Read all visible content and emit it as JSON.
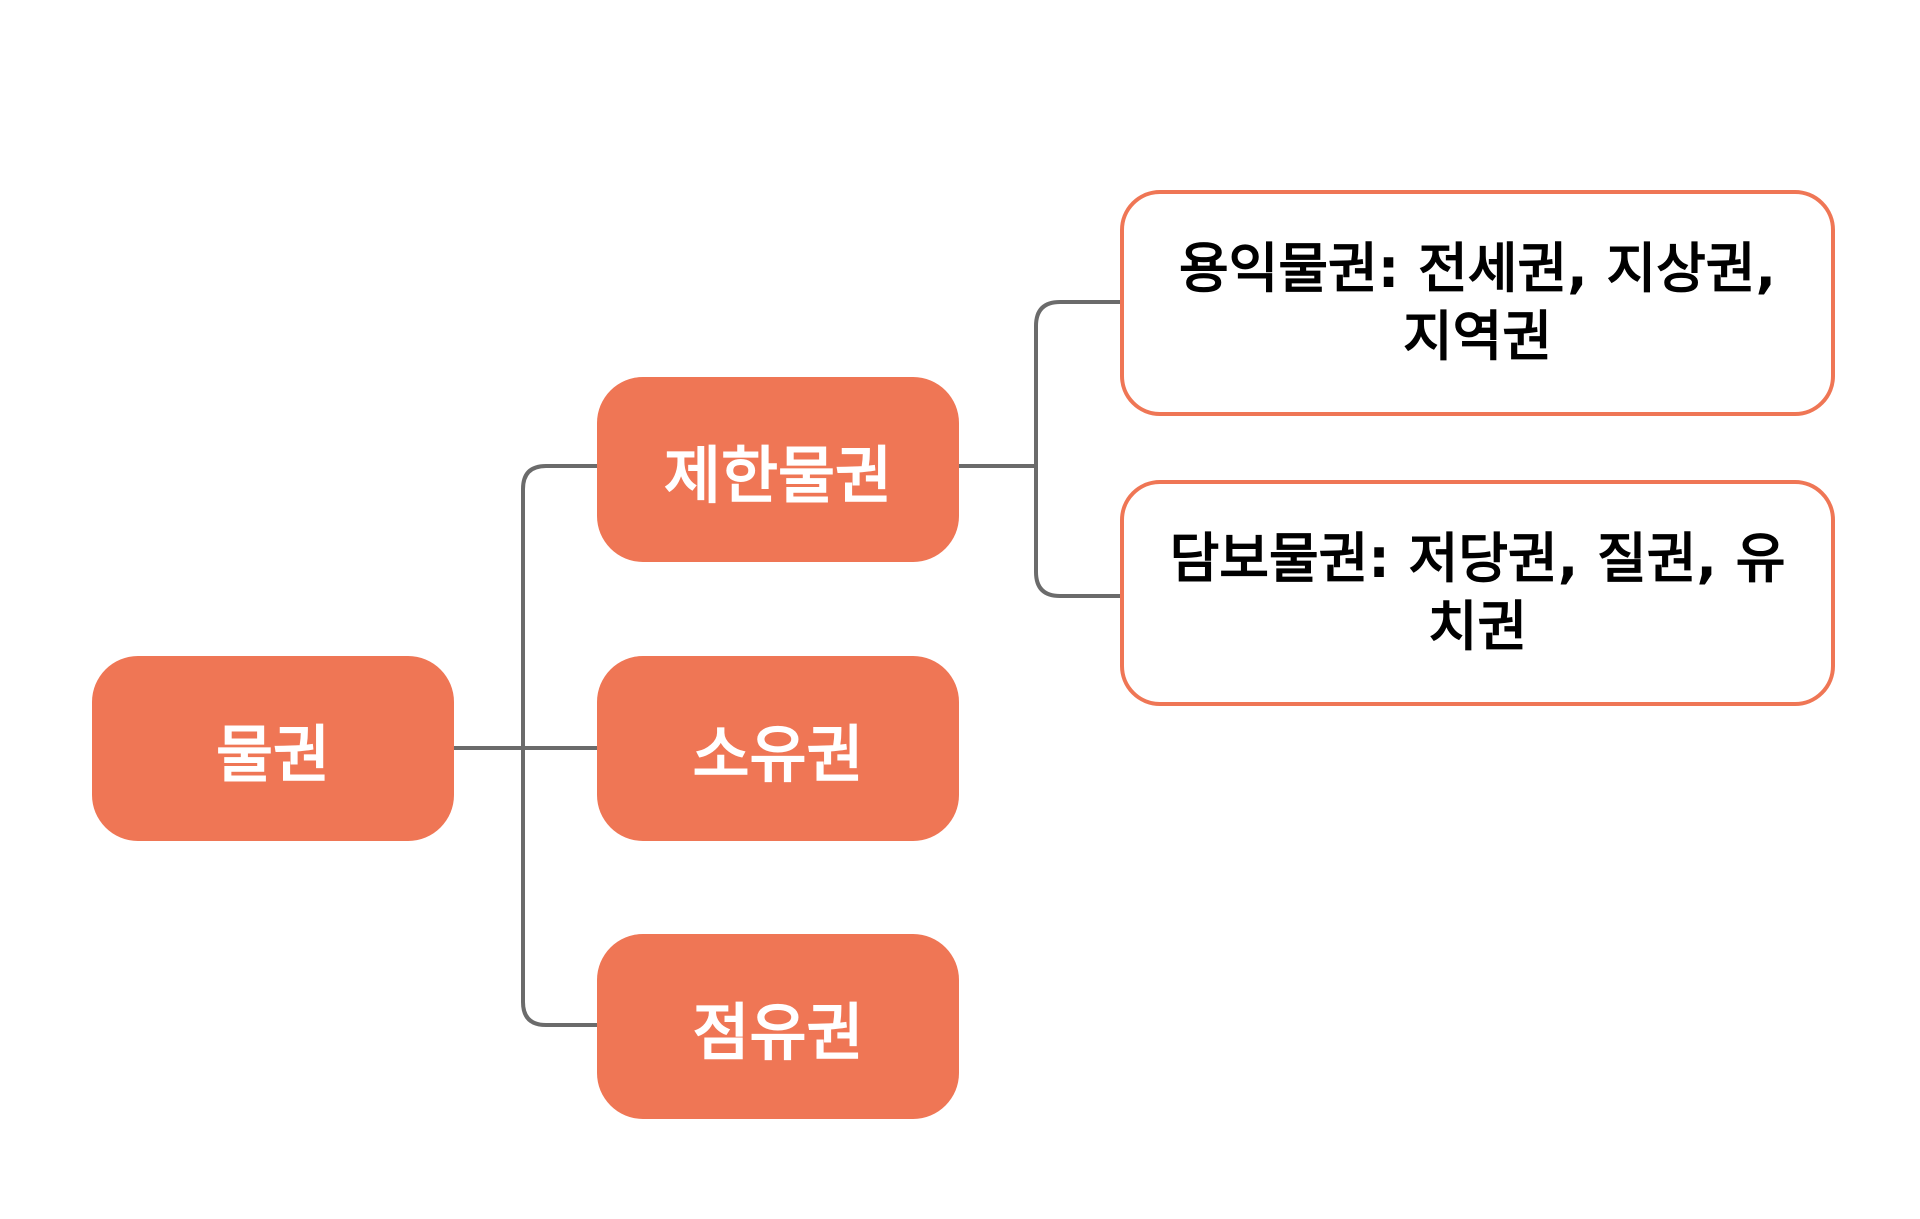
{
  "colors": {
    "accent": "#EF7655",
    "connector": "#6B6B6B",
    "outline_text": "#000000",
    "filled_text": "#FFFFFF",
    "background": "#FFFFFF"
  },
  "diagram": {
    "root": {
      "label": "물권"
    },
    "branches": [
      {
        "label": "제한물권",
        "children": [
          {
            "label": "용익물권: 전세권, 지상권, 지역권"
          },
          {
            "label": "담보물권: 저당권, 질권, 유치권"
          }
        ]
      },
      {
        "label": "소유권"
      },
      {
        "label": "점유권"
      }
    ]
  }
}
